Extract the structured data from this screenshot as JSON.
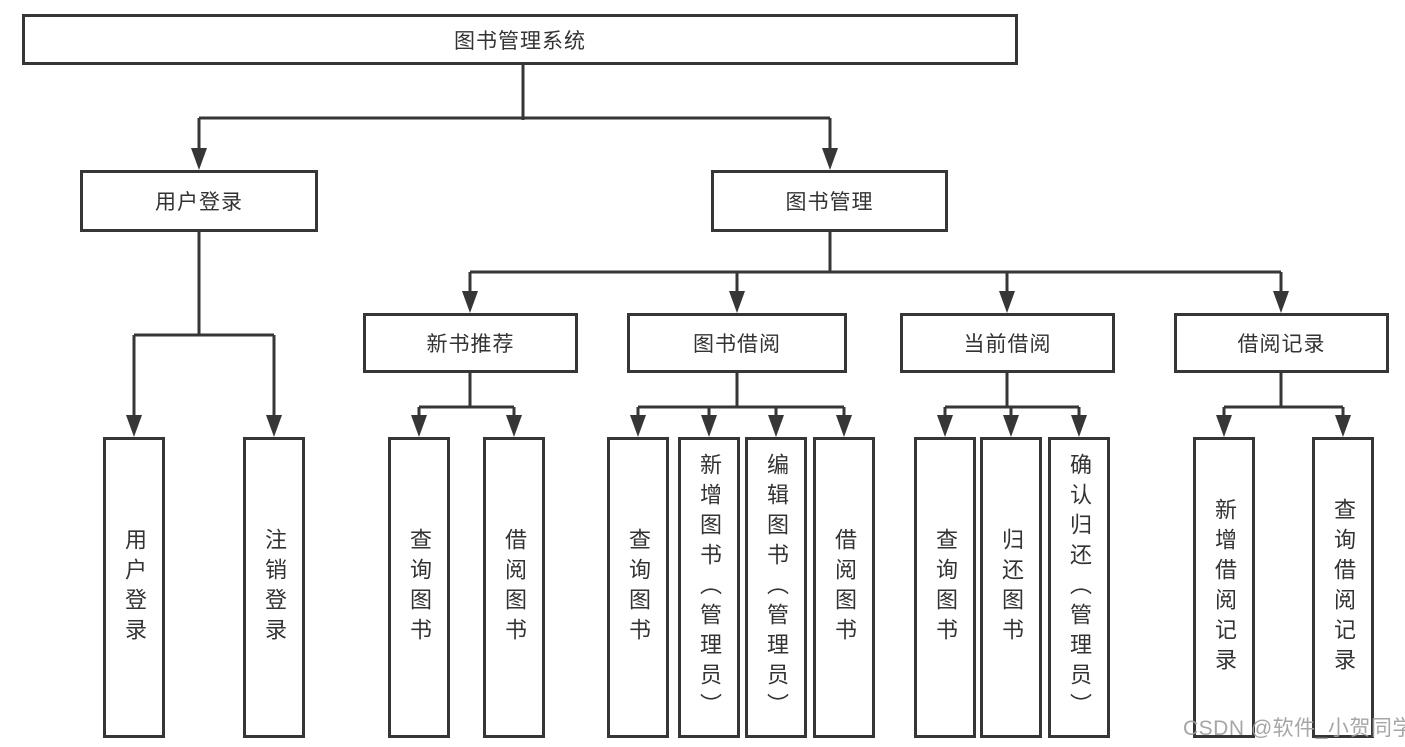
{
  "tree": {
    "root": "图书管理系统",
    "modules": [
      {
        "label": "用户登录",
        "children": [
          "用户登录",
          "注销登录"
        ]
      },
      {
        "label": "图书管理",
        "submodules": [
          {
            "label": "新书推荐",
            "children": [
              "查询图书",
              "借阅图书"
            ]
          },
          {
            "label": "图书借阅",
            "children": [
              "查询图书",
              "新增图书（管理员）",
              "编辑图书（管理员）",
              "借阅图书"
            ]
          },
          {
            "label": "当前借阅",
            "children": [
              "查询图书",
              "归还图书",
              "确认归还（管理员）"
            ]
          },
          {
            "label": "借阅记录",
            "children": [
              "新增借阅记录",
              "查询借阅记录"
            ]
          }
        ]
      }
    ]
  },
  "colors": {
    "line": "#363636",
    "text": "#333333",
    "watermark": "#9e9e9e",
    "background": "#ffffff"
  },
  "watermark": "CSDN @软件_小贺同学"
}
